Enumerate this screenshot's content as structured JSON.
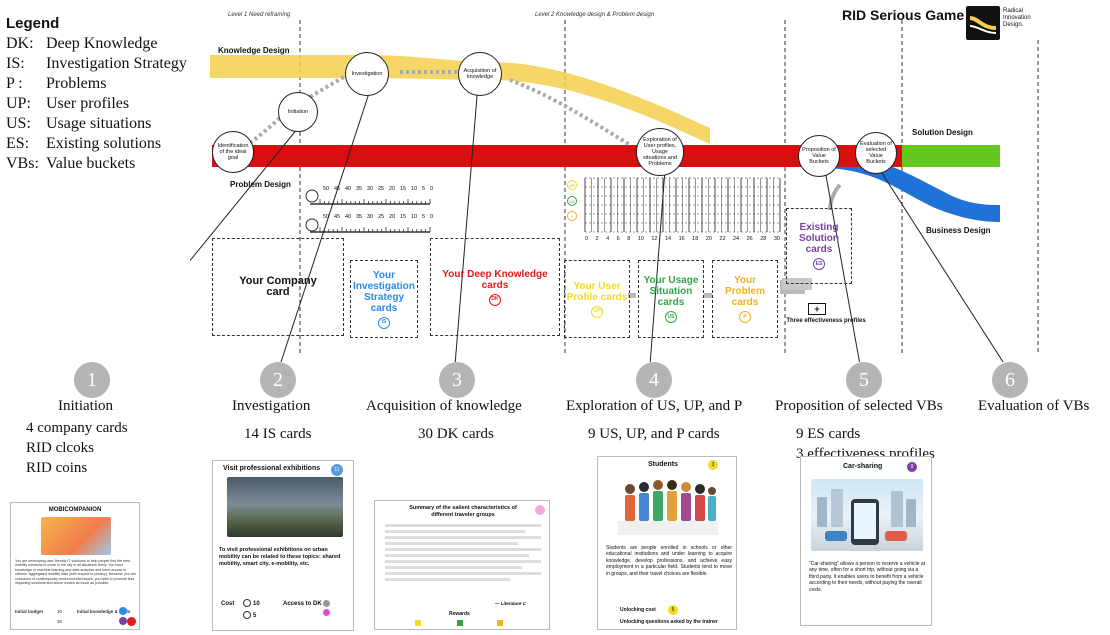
{
  "legend": {
    "title": "Legend",
    "items": [
      {
        "key": "DK:",
        "value": "Deep Knowledge"
      },
      {
        "key": "IS:",
        "value": "Investigation Strategy"
      },
      {
        "key": "P :",
        "value": "Problems"
      },
      {
        "key": "UP:",
        "value": "User profiles"
      },
      {
        "key": "US:",
        "value": "Usage situations"
      },
      {
        "key": "ES:",
        "value": "Existing solutions"
      },
      {
        "key": "VBs:",
        "value": "Value buckets"
      }
    ]
  },
  "board": {
    "title": "RID Serious Game",
    "logo_text": "Radical Innovation Design.",
    "level1": "Level 1 Need reframing",
    "level2": "Level 2 Knowledge design & Problem design",
    "bands": {
      "knowledge": "Knowledge Design",
      "problem": "Problem Design",
      "solution": "Solution Design",
      "business": "Business Design"
    },
    "nodes": {
      "goal": "Identification of the ideal goal",
      "initiation": "Initiation",
      "investigation": "Investigation",
      "acquisition": "Acquisition of knowledge",
      "exploration": "Exploration of User profiles, Usage situations and Problems",
      "proposition": "Proposition of Value Buckets",
      "evaluation": "Evaluation of selected Value Buckets"
    },
    "scale_top": [
      "50",
      "45",
      "40",
      "35",
      "30",
      "25",
      "20",
      "15",
      "10",
      "5",
      "0"
    ],
    "scale_bottom": [
      "50",
      "45",
      "40",
      "35",
      "30",
      "25",
      "20",
      "15",
      "10",
      "5",
      "0"
    ],
    "scale_right": [
      "0",
      "2",
      "4",
      "6",
      "8",
      "10",
      "12",
      "14",
      "16",
      "18",
      "20",
      "22",
      "24",
      "26",
      "28",
      "30"
    ],
    "decks": {
      "company": "Your Company card",
      "is": "Your Investigation Strategy cards",
      "dk": "Your Deep Knowledge cards",
      "up": "Your User Profile cards",
      "us": "Your Usage Situation cards",
      "p": "Your Problem cards",
      "es": "Existing Solution cards",
      "profiles": "Three effectiveness profiles"
    },
    "badges": {
      "up": "UP",
      "dk": "DK",
      "us": "US",
      "p": "P",
      "es": "ES",
      "is": "IS"
    }
  },
  "steps": [
    {
      "num": "1",
      "name": "Initiation",
      "details": [
        "4 company cards",
        "RID clcoks",
        "RID coins"
      ]
    },
    {
      "num": "2",
      "name": "Investigation",
      "details": [
        "14 IS cards"
      ]
    },
    {
      "num": "3",
      "name": "Acquisition of knowledge",
      "details": [
        "30 DK cards"
      ]
    },
    {
      "num": "4",
      "name": "Exploration of  US, UP, and P",
      "details": [
        "9 US, UP, and P cards"
      ]
    },
    {
      "num": "5",
      "name": "Proposition of selected VBs",
      "details": [
        "9 ES cards",
        "3 effectiveness profiles"
      ]
    },
    {
      "num": "6",
      "name": "Evaluation of VBs",
      "details": []
    }
  ],
  "cards": {
    "company": {
      "title": "MOBICOMPANION",
      "body": "You are developing user-friendly IT solutions to help people find the best mobility solutions to move in the city in all situations freely. You have knowledge in machine learning and data analytics and have access to citizens' aggregated mobility data (with respect to privacy). Because you are conscious of contemporary environmental issues, you wish to promote less impacting solutions and active modes as much as possible.",
      "budget_label": "Initial budget",
      "budget_val": "30",
      "clock_val": "30",
      "skills_label": "Initial knowledge & skills"
    },
    "is": {
      "title": "Visit professional exhibitions",
      "number": "11",
      "body": "To visit professional exhibitions on urban mobility can be related to these topics: shared mobility, smart city, e-mobility, etc.",
      "cost_label": "Cost",
      "cost_val": "10",
      "time_val": "5",
      "access_label": "Access to DK"
    },
    "dk": {
      "title": "Summary of the salient characteristics of different traveler groups",
      "source": "— Literature C",
      "rewards_label": "Rewards"
    },
    "up": {
      "title": "Students",
      "number": "3",
      "body": "Students are people enrolled in schools or other educational institutions and under learning to acquire knowledge, develop professions, and achieve easy employment in a particular field. Students tend to move in groups, and their travel choices are flexible.",
      "cost_label": "Unlocking cost",
      "cost_val": "5",
      "questions_label": "Unlocking questions asked by the trainer"
    },
    "es": {
      "title": "Car-sharing",
      "number": "9",
      "body": "\"Car-sharing\" allows a person to reserve a vehicle at any time, often for a short trip, without going via a third party. It enables users to benefit from a vehicle according to their needs, without paying the overall costs."
    }
  },
  "colors": {
    "knowledge": "#f5cf4b",
    "problem": "#d90f0f",
    "solution": "#63c71d",
    "business": "#1e72d8",
    "is_text": "#2a8be8",
    "dk_text": "#e01b1b",
    "up_text": "#f2da25",
    "us_text": "#2ea84a",
    "p_text": "#f0b21d",
    "es_text": "#7b3fa5",
    "step": "#b5b5b5"
  }
}
